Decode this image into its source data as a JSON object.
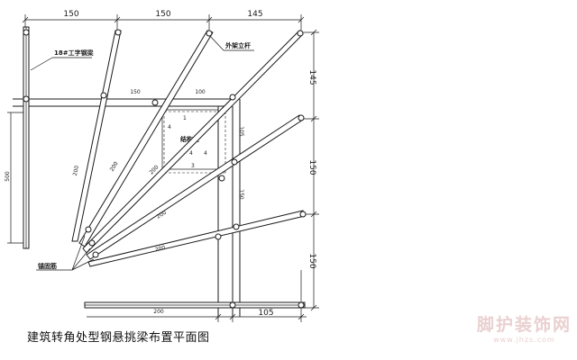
{
  "caption": "建筑转角处型钢悬挑梁布置平面图",
  "labels": {
    "i_beam": "18#工字钢梁",
    "outer_pole": "外架立杆",
    "anchor_ring": "锚固筋",
    "corner_column": "结构柱"
  },
  "dimensions": {
    "top_1": "150",
    "top_2": "150",
    "top_3": "145",
    "right_1": "145",
    "right_2": "150",
    "right_3": "150",
    "bottom_left": "200",
    "bottom_right": "105",
    "inner_top_1": "150",
    "inner_top_2": "100",
    "left_span": "500",
    "col_right_1": "105",
    "col_right_2": "150",
    "beam_a": "200",
    "beam_b": "200",
    "beam_c": "200",
    "beam_d": "200",
    "beam_e": "200"
  },
  "watermark": {
    "main": "脚护装饰网",
    "sub": "www.jhzs.com"
  }
}
